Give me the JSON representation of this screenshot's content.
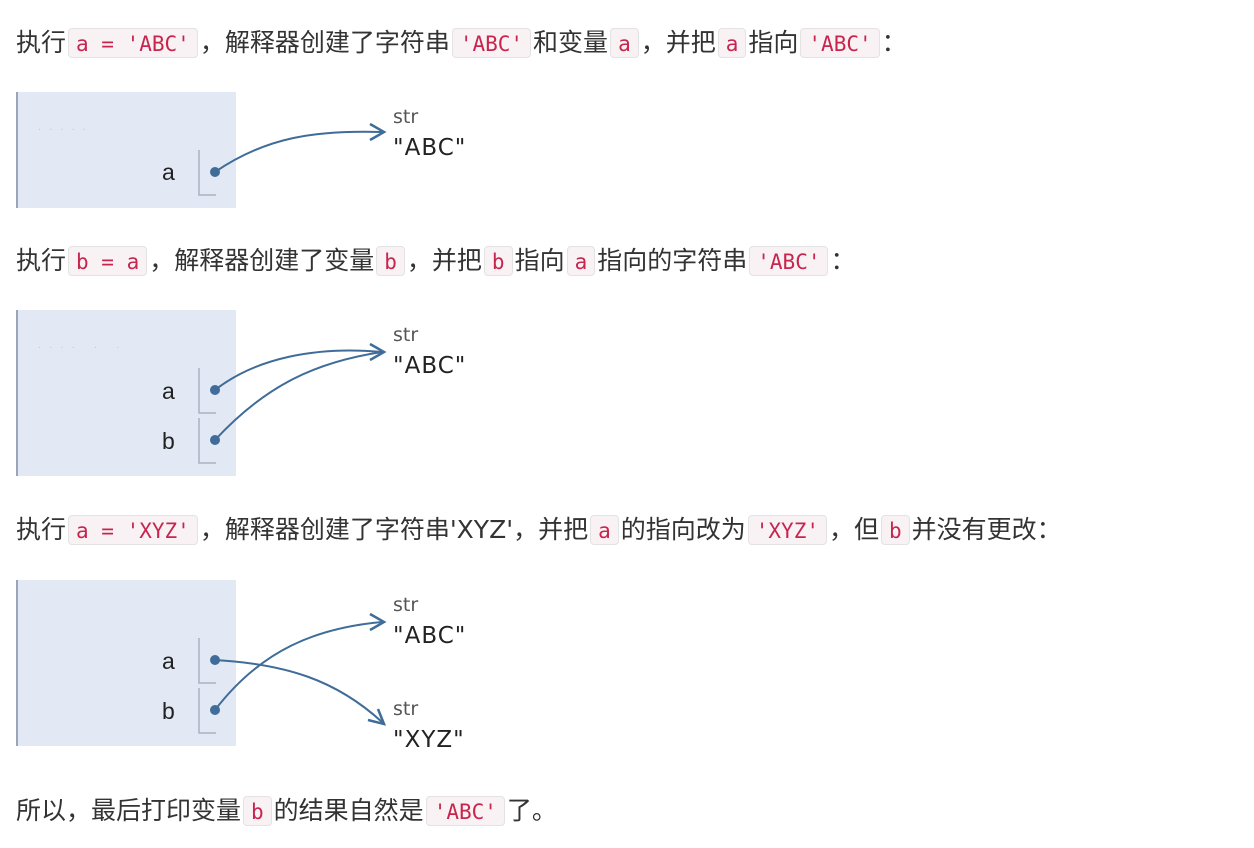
{
  "step1": {
    "text": [
      {
        "t": "text",
        "v": "执行"
      },
      {
        "t": "code",
        "v": "a = 'ABC'"
      },
      {
        "t": "text",
        "v": "，解释器创建了字符串"
      },
      {
        "t": "code",
        "v": "'ABC'"
      },
      {
        "t": "text",
        "v": "和变量"
      },
      {
        "t": "code",
        "v": "a"
      },
      {
        "t": "text",
        "v": "，并把"
      },
      {
        "t": "code",
        "v": "a"
      },
      {
        "t": "text",
        "v": "指向"
      },
      {
        "t": "code",
        "v": "'ABC'"
      },
      {
        "t": "text",
        "v": "："
      }
    ],
    "diagram": {
      "vars": [
        "a"
      ],
      "objects": [
        {
          "type": "str",
          "value": "\"ABC\""
        }
      ]
    }
  },
  "step2": {
    "text": [
      {
        "t": "text",
        "v": "执行"
      },
      {
        "t": "code",
        "v": "b = a"
      },
      {
        "t": "text",
        "v": "，解释器创建了变量"
      },
      {
        "t": "code",
        "v": "b"
      },
      {
        "t": "text",
        "v": "，并把"
      },
      {
        "t": "code",
        "v": "b"
      },
      {
        "t": "text",
        "v": "指向"
      },
      {
        "t": "code",
        "v": "a"
      },
      {
        "t": "text",
        "v": "指向的字符串"
      },
      {
        "t": "code",
        "v": "'ABC'"
      },
      {
        "t": "text",
        "v": "："
      }
    ],
    "diagram": {
      "vars": [
        "a",
        "b"
      ],
      "objects": [
        {
          "type": "str",
          "value": "\"ABC\""
        }
      ]
    }
  },
  "step3": {
    "text": [
      {
        "t": "text",
        "v": "执行"
      },
      {
        "t": "code",
        "v": "a = 'XYZ'"
      },
      {
        "t": "text",
        "v": "，解释器创建了字符串'XYZ'，并把"
      },
      {
        "t": "code",
        "v": "a"
      },
      {
        "t": "text",
        "v": "的指向改为"
      },
      {
        "t": "code",
        "v": "'XYZ'"
      },
      {
        "t": "text",
        "v": "，但"
      },
      {
        "t": "code",
        "v": "b"
      },
      {
        "t": "text",
        "v": "并没有更改："
      }
    ],
    "diagram": {
      "vars": [
        "a",
        "b"
      ],
      "objects": [
        {
          "type": "str",
          "value": "\"ABC\""
        },
        {
          "type": "str",
          "value": "\"XYZ\""
        }
      ]
    }
  },
  "conclusion": {
    "text": [
      {
        "t": "text",
        "v": "所以，最后打印变量"
      },
      {
        "t": "code",
        "v": "b"
      },
      {
        "t": "text",
        "v": "的结果自然是"
      },
      {
        "t": "code",
        "v": "'ABC'"
      },
      {
        "t": "text",
        "v": "了。"
      }
    ]
  },
  "colors": {
    "frame_bg": "#e2e8f4",
    "arrow": "#3f6c98",
    "code_text": "#c7254e",
    "code_bg": "#f9f2f4"
  }
}
